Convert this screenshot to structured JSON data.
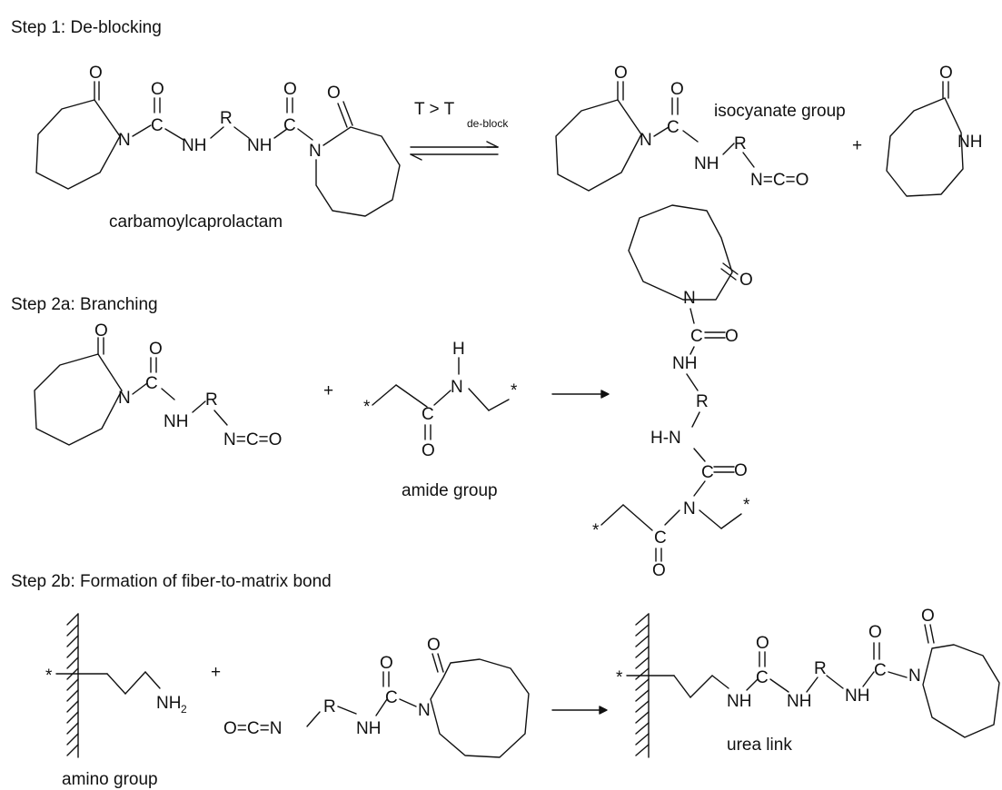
{
  "headings": {
    "step1": "Step 1: De-blocking",
    "step2a": "Step 2a: Branching",
    "step2b": "Step 2b: Formation of fiber-to-matrix bond"
  },
  "labels": {
    "carbamoylcaprolactam": "carbamoylcaprolactam",
    "isocyanate_group": "isocyanate group",
    "amide_group": "amide group",
    "amino_group": "amino group",
    "urea_link": "urea link",
    "condition_T": "T > T",
    "condition_sub": "de-block"
  },
  "atoms": {
    "O": "O",
    "N": "N",
    "NH": "NH",
    "H": "H",
    "R": "R",
    "C": "C",
    "NH2": "NH",
    "two": "2",
    "HN": "H-N",
    "plus": "+",
    "star": "*",
    "dbl": "=",
    "NCO": "N=C=O",
    "OCN": "O=C=N"
  }
}
